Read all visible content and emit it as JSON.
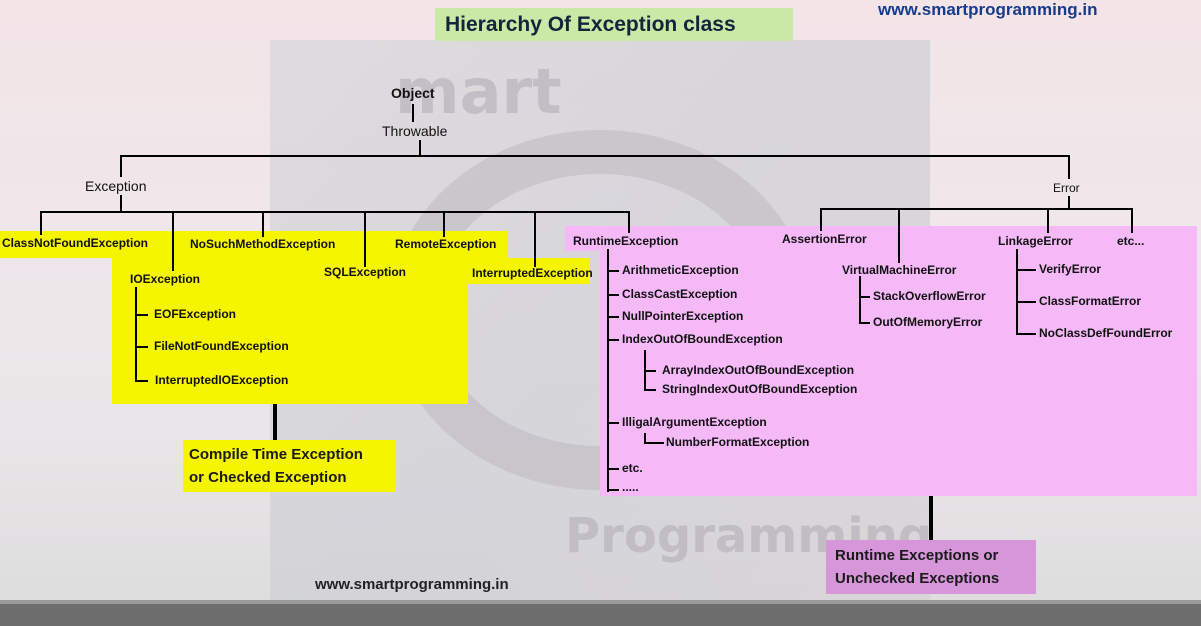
{
  "header": {
    "title": "Hierarchy Of Exception class",
    "site_top": "www.smartprogramming.in",
    "site_bottom": "www.smartprogramming.in"
  },
  "watermark": {
    "word_top": "mart",
    "word_bottom": "Programming"
  },
  "tree": {
    "object": "Object",
    "throwable": "Throwable",
    "exception": "Exception",
    "error": "Error",
    "checked": {
      "class_not_found": "ClassNotFoundException",
      "no_such_method": "NoSuchMethodException",
      "remote": "RemoteException",
      "io": "IOException",
      "sql": "SQLException",
      "interrupted": "InterruptedException",
      "io_children": [
        "EOFException",
        "FileNotFoundException",
        "InterruptedIOException"
      ]
    },
    "runtime": {
      "label": "RuntimeException",
      "children": [
        "ArithmeticException",
        "ClassCastException",
        "NullPointerException",
        "IndexOutOfBoundException"
      ],
      "index_children": [
        "ArrayIndexOutOfBoundException",
        "StringIndexOutOfBoundException"
      ],
      "illegal": "IlligalArgumentException",
      "illegal_child": "NumberFormatException",
      "etc": "etc.",
      "dots": "....."
    },
    "errors": {
      "assertion": "AssertionError",
      "virtual_machine": "VirtualMachineError",
      "vm_children": [
        "StackOverflowError",
        "OutOfMemoryError"
      ],
      "linkage": "LinkageError",
      "linkage_children": [
        "VerifyError",
        "ClassFormatError",
        "NoClassDefFoundError"
      ],
      "etc": "etc..."
    }
  },
  "callouts": {
    "checked_line1": "Compile Time Exception",
    "checked_line2": "or  Checked Exception",
    "unchecked_line1": "Runtime Exceptions or",
    "unchecked_line2": "Unchecked Exceptions"
  },
  "colors": {
    "checked_highlight": "#f6f500",
    "unchecked_highlight": "#f5b9f8",
    "unchecked_callout": "#d796d9",
    "title_highlight": "#c8eaa6",
    "site_link": "#183a8a"
  }
}
